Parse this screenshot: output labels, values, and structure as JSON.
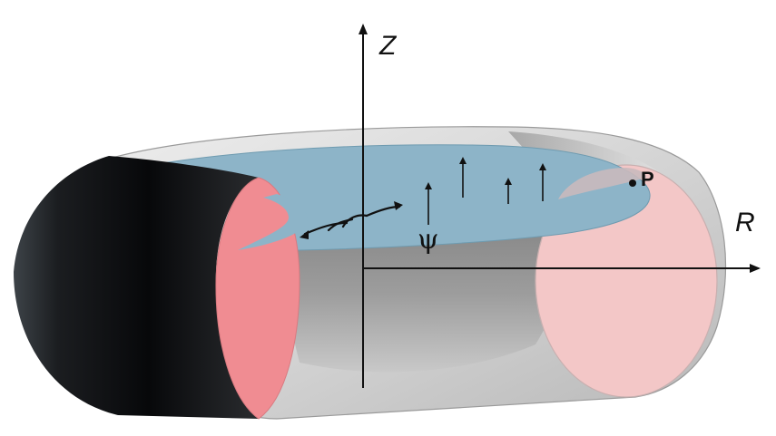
{
  "labels": {
    "z_axis": "Z",
    "r_axis": "R",
    "point": "P",
    "psi": "ψ"
  },
  "colors": {
    "outer_surface_dark": "#151719",
    "outer_surface_gray": "#b9b9b9",
    "inner_wall": "#8a8a8a",
    "cross_section_left": "#f08c92",
    "cross_section_right": "#f3c7c7",
    "flux_surface": "#8db4c8",
    "axis": "#111111"
  },
  "icons": {
    "rotation_arrows": "toroidal-rotation-arrows-icon",
    "flux_arrows": "vertical-flux-arrows"
  }
}
